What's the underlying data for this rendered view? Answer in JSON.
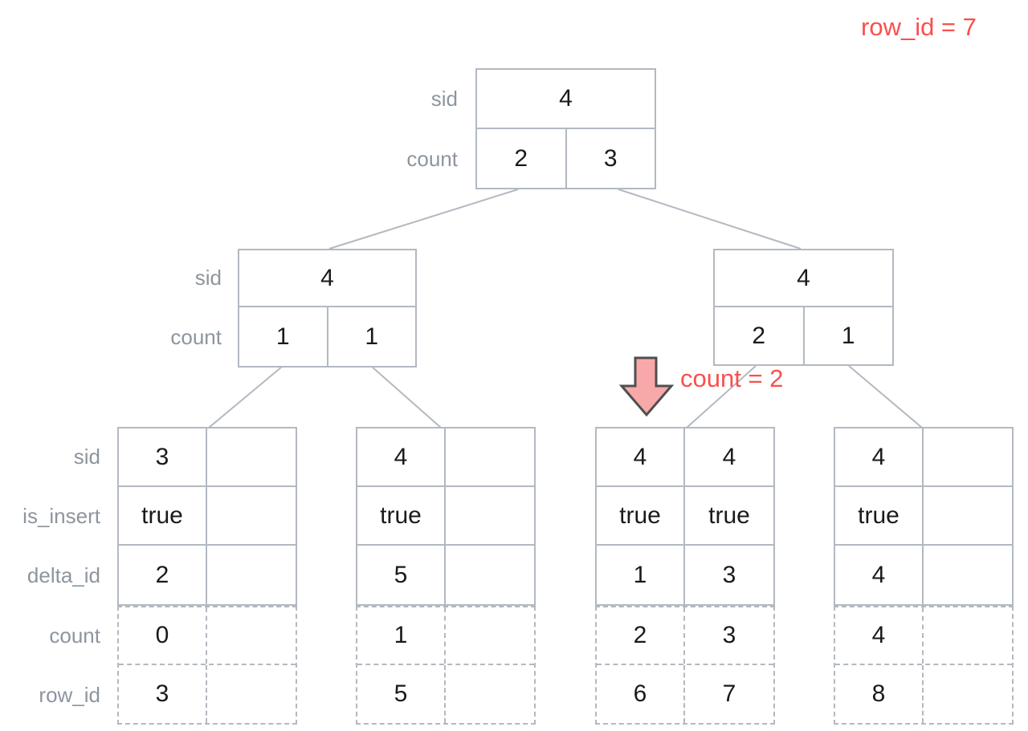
{
  "annotations": {
    "top_right": "row_id = 7",
    "branch": "count = 2"
  },
  "node_row_labels": {
    "sid": "sid",
    "count": "count"
  },
  "internal_nodes": {
    "root": {
      "sid": "4",
      "count_left": "2",
      "count_right": "3"
    },
    "left_child": {
      "sid": "4",
      "count_left": "1",
      "count_right": "1"
    },
    "right_child": {
      "sid": "4",
      "count_left": "2",
      "count_right": "1"
    }
  },
  "leaf_row_labels": [
    "sid",
    "is_insert",
    "delta_id",
    "count",
    "row_id"
  ],
  "leaves": [
    {
      "col1": [
        "3",
        "true",
        "2",
        "0",
        "3"
      ],
      "col2": [
        "",
        "",
        "",
        "",
        ""
      ]
    },
    {
      "col1": [
        "4",
        "true",
        "5",
        "1",
        "5"
      ],
      "col2": [
        "",
        "",
        "",
        "",
        ""
      ]
    },
    {
      "col1": [
        "4",
        "true",
        "1",
        "2",
        "6"
      ],
      "col2": [
        "4",
        "true",
        "3",
        "3",
        "7"
      ]
    },
    {
      "col1": [
        "4",
        "true",
        "4",
        "4",
        "8"
      ],
      "col2": [
        "",
        "",
        "",
        "",
        ""
      ]
    }
  ],
  "colors": {
    "line": "#b3b9c1",
    "label_text": "#8d959e",
    "value_text": "#1a1a1c",
    "accent_red": "#fa4f4d",
    "arrow_fill": "#f8a8a8",
    "arrow_outline": "#4f4f4f"
  }
}
